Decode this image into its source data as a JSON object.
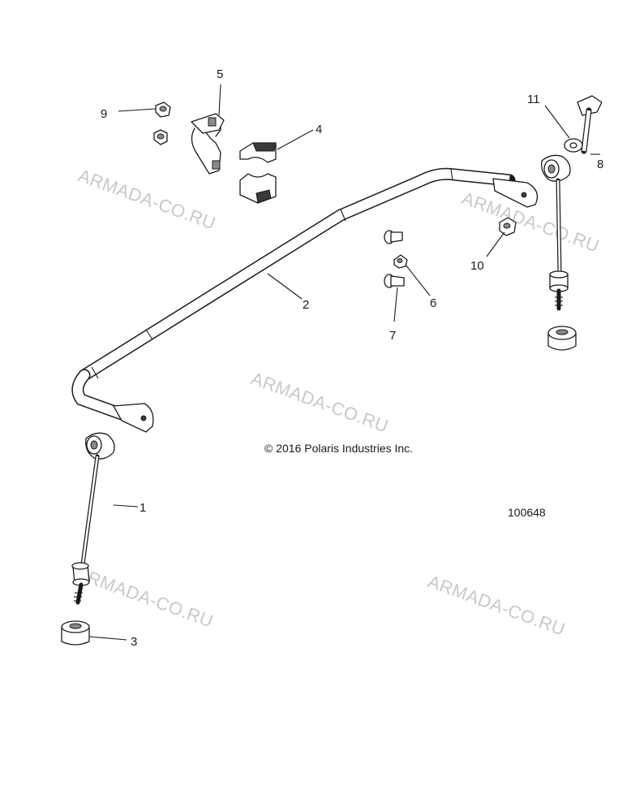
{
  "callouts": {
    "c1": "1",
    "c2": "2",
    "c3": "3",
    "c4": "4",
    "c5": "5",
    "c6": "6",
    "c7": "7",
    "c8": "8",
    "c9": "9",
    "c10": "10",
    "c11": "11"
  },
  "copyright": "© 2016 Polaris Industries Inc.",
  "figure_number": "100648",
  "watermark_text": "ARMADA-CO.RU"
}
